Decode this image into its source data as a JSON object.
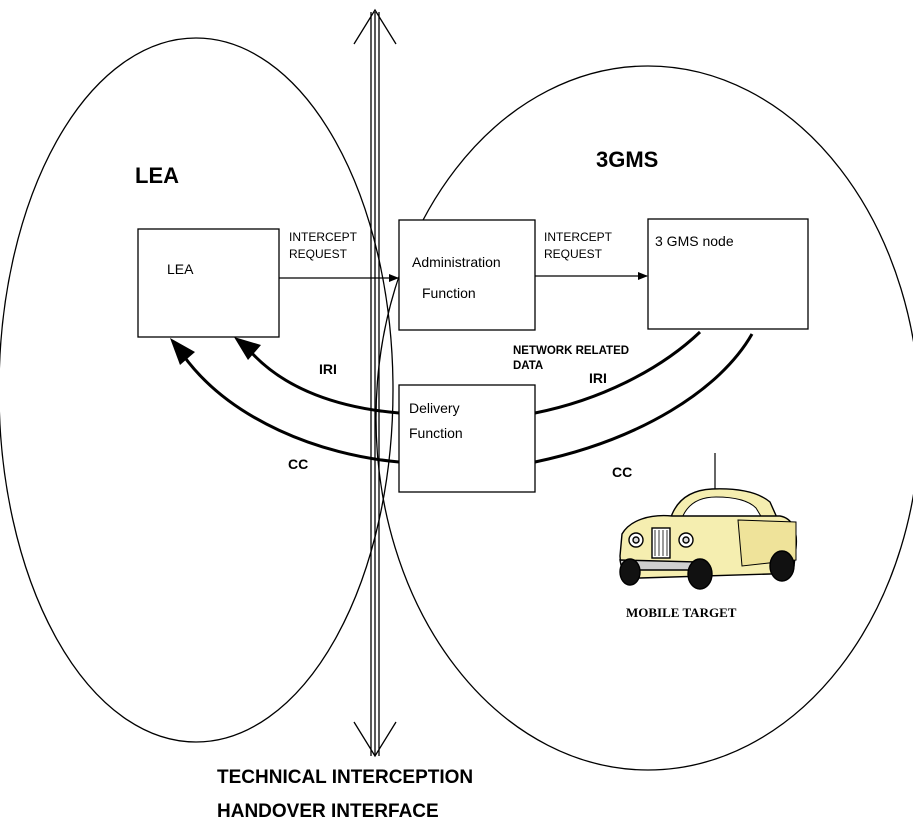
{
  "regions": {
    "lea_title": "LEA",
    "network_title": "3GMS"
  },
  "boxes": {
    "lea": "LEA",
    "admin_line1": "Administration",
    "admin_line2": "Function",
    "node": "3 GMS node",
    "delivery_line1": "Delivery",
    "delivery_line2": "Function"
  },
  "arrows": {
    "request1_line1": "INTERCEPT",
    "request1_line2": "REQUEST",
    "request2_line1": "INTERCEPT",
    "request2_line2": "REQUEST",
    "network_line1": "NETWORK RELATED",
    "network_line2": "DATA",
    "iri_right": "IRI",
    "iri_left": "IRI",
    "cc_right": "CC",
    "cc_left": "CC"
  },
  "target": {
    "label": "MOBILE TARGET",
    "icon": "car-icon"
  },
  "footer": {
    "line1": "TECHNICAL INTERCEPTION",
    "line2": "HANDOVER INTERFACE"
  },
  "colors": {
    "line": "#000000",
    "car_body": "#f5eeb0"
  }
}
